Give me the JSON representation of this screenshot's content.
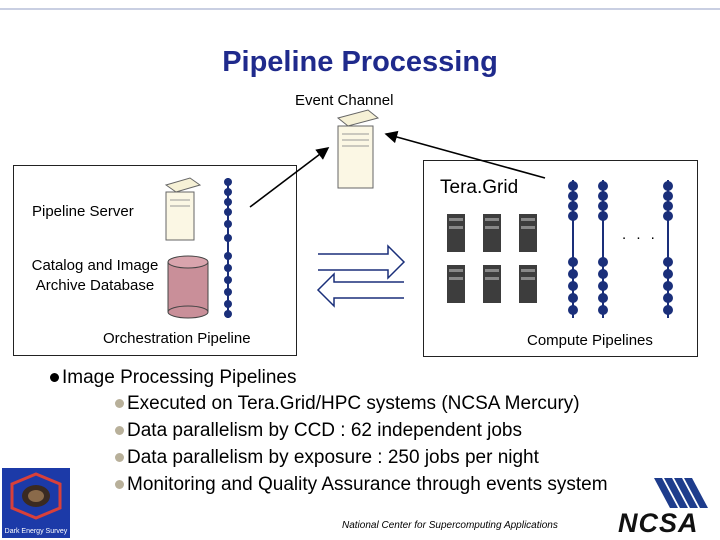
{
  "title": "Pipeline Processing",
  "event_channel": "Event Channel",
  "left_panel": {
    "pipeline_server": "Pipeline Server",
    "catalog_database": "Catalog and Image Archive Database",
    "orchestration_pipeline": "Orchestration Pipeline"
  },
  "right_panel": {
    "teragrid": "Tera.Grid",
    "ellipsis": ". . .",
    "compute_pipelines": "Compute Pipelines"
  },
  "bullets": {
    "main": "Image Processing Pipelines",
    "sub": [
      "Executed on Tera.Grid/HPC systems (NCSA Mercury)",
      "Data parallelism by CCD : 62 independent jobs",
      "Data parallelism by exposure :  250 jobs per night",
      "Monitoring and Quality Assurance through events system"
    ]
  },
  "footer": "National Center for Supercomputing Applications",
  "logos": {
    "left": "Dark Energy Survey",
    "right": "NCSA"
  },
  "colors": {
    "title": "#1f2a8c",
    "pipeline_dot": "#1a2f7a",
    "database": "#c98f99",
    "des_logo": "#1c3aa8"
  }
}
